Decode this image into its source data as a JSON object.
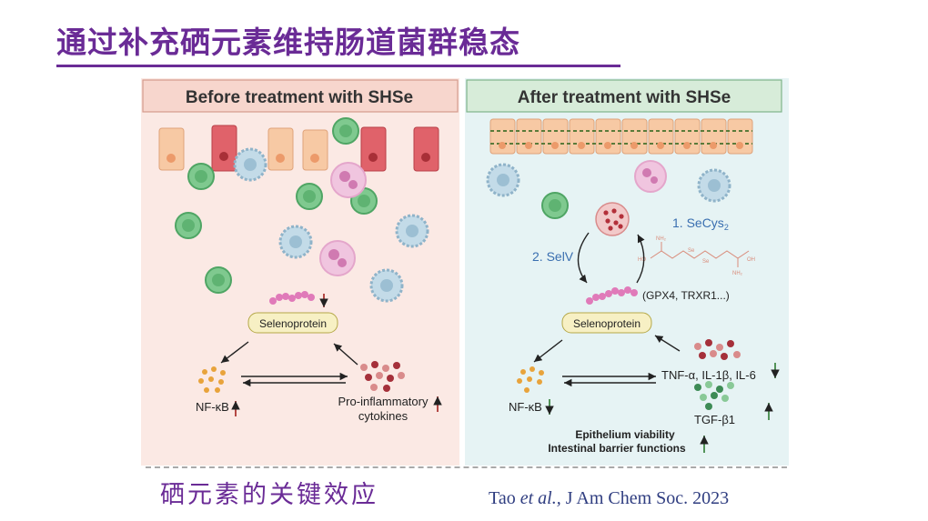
{
  "slide": {
    "title": "通过补充硒元素维持肠道菌群稳态",
    "caption": "硒元素的关键效应",
    "citation": {
      "authors": "Tao ",
      "etal": "et al.,",
      "journal": " J Am Chem Soc. 2023"
    }
  },
  "figure": {
    "left_panel": {
      "header_prefix": "Before treatment with ",
      "header_suffix": "SHSe",
      "selenoprotein": "Selenoprotein",
      "nfkb": "NF-κB",
      "pro_inflammatory_line1": "Pro-inflammatory",
      "pro_inflammatory_line2": "cytokines"
    },
    "right_panel": {
      "header_prefix": "After treatment with ",
      "header_suffix": "SHSe",
      "step1": "1.  SeCys",
      "step1_sub": "2",
      "step2": "2. SelV",
      "enzymes": "(GPX4, TRXR1...)",
      "selenoprotein": "Selenoprotein",
      "nfkb": "NF-κB",
      "cytokines": "TNF-α, IL-1β, IL-6",
      "tgf": "TGF-β1",
      "epithelium": "Epithelium viability",
      "barrier": "Intestinal barrier functions"
    },
    "colors": {
      "left_bg": "#fbe9e4",
      "right_bg": "#e6f3f4",
      "up_arrow": "#a3201d",
      "down_arrow": "#2e7d32",
      "title_purple": "#6a2b96"
    }
  }
}
